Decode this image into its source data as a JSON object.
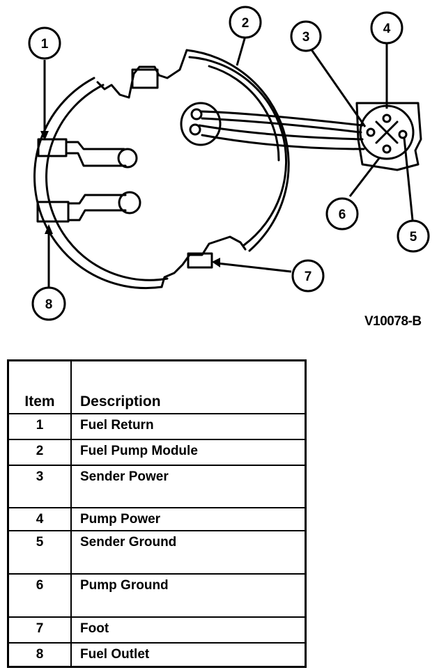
{
  "figure": {
    "id": "V10078-B",
    "callouts": [
      "1",
      "2",
      "3",
      "4",
      "5",
      "6",
      "7",
      "8"
    ]
  },
  "legend": {
    "header": {
      "item": "Item",
      "description": "Description"
    },
    "rows": [
      {
        "item": "1",
        "description": "Fuel Return"
      },
      {
        "item": "2",
        "description": "Fuel Pump Module"
      },
      {
        "item": "3",
        "description": "Sender Power"
      },
      {
        "item": "4",
        "description": "Pump Power"
      },
      {
        "item": "5",
        "description": "Sender Ground"
      },
      {
        "item": "6",
        "description": "Pump Ground"
      },
      {
        "item": "7",
        "description": "Foot"
      },
      {
        "item": "8",
        "description": "Fuel Outlet"
      }
    ]
  }
}
